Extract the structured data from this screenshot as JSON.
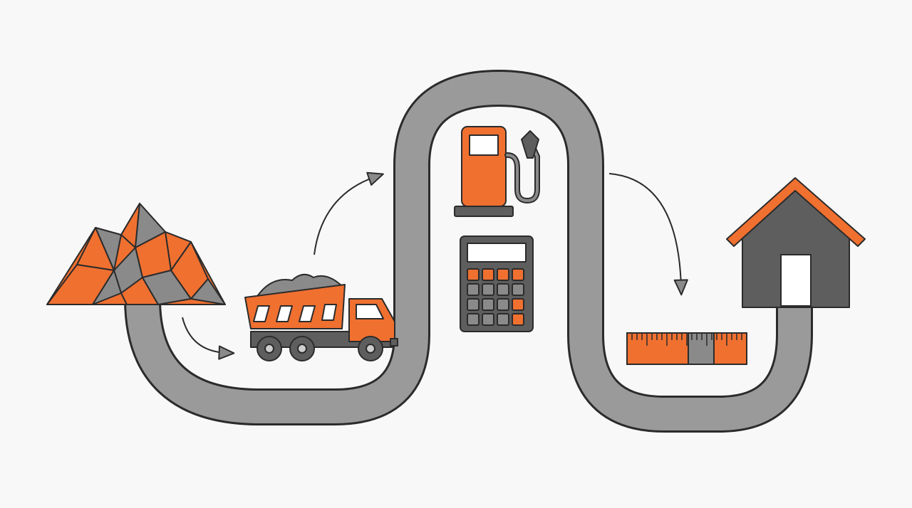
{
  "colors": {
    "background": "#f8f8f8",
    "accent_orange": "#f07030",
    "dark_gray": "#5e5e5e",
    "mid_gray": "#8a8a8a",
    "road_gray": "#9a9a9a",
    "outline": "#2b2b2b",
    "white": "#ffffff"
  },
  "flow": {
    "steps": [
      {
        "id": "quarry",
        "icon": "rock-pile-icon"
      },
      {
        "id": "transport",
        "icon": "dump-truck-icon"
      },
      {
        "id": "fuel",
        "icon": "fuel-pump-icon"
      },
      {
        "id": "cost",
        "icon": "calculator-icon"
      },
      {
        "id": "measure",
        "icon": "ruler-icon"
      },
      {
        "id": "delivery",
        "icon": "house-icon"
      }
    ],
    "arrows": [
      "arrow-quarry-to-truck",
      "arrow-truck-to-road",
      "arrow-road-to-ruler"
    ]
  }
}
